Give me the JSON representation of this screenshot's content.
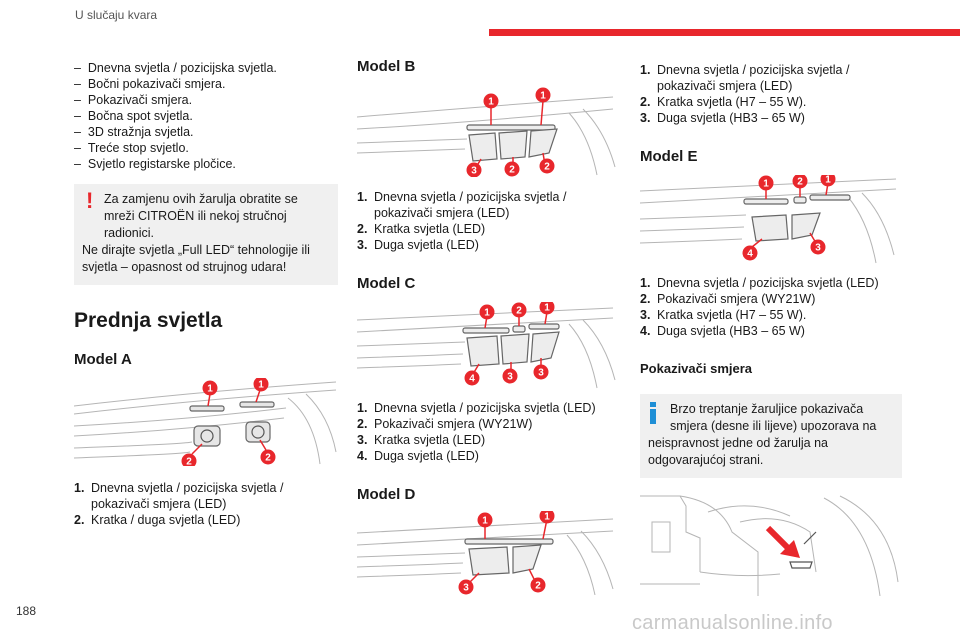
{
  "header": {
    "title": "U slučaju kvara",
    "accent_color": "#e8272c"
  },
  "page_number": "188",
  "watermark": "carmanualsonline.info",
  "intro_list": [
    "Dnevna svjetla / pozicijska svjetla.",
    "Bočni pokazivači smjera.",
    "Pokazivači smjera.",
    "Bočna spot svjetla.",
    "3D stražnja svjetla.",
    "Treće stop svjetlo.",
    "Svjetlo registarske pločice."
  ],
  "warning": {
    "line1": "Za zamjenu ovih žarulja obratite se mreži CITROËN ili nekoj stručnoj radionici.",
    "line2": "Ne dirajte svjetla „Full LED“ tehnologije ili svjetla – opasnost od strujnog udara!"
  },
  "section_title": "Prednja svjetla",
  "models": {
    "a": {
      "title": "Model A",
      "badges": [
        "1",
        "1",
        "2",
        "2"
      ],
      "items": [
        {
          "n": "1.",
          "text": "Dnevna svjetla / pozicijska svjetla / pokazivači smjera (LED)"
        },
        {
          "n": "2.",
          "text": "Kratka / duga svjetla (LED)"
        }
      ]
    },
    "b": {
      "title": "Model B",
      "badges": [
        "1",
        "1",
        "3",
        "2",
        "2"
      ],
      "items": [
        {
          "n": "1.",
          "text": "Dnevna svjetla / pozicijska svjetla / pokazivači smjera (LED)"
        },
        {
          "n": "2.",
          "text": "Kratka svjetla (LED)"
        },
        {
          "n": "3.",
          "text": "Duga svjetla (LED)"
        }
      ]
    },
    "c": {
      "title": "Model C",
      "badges": [
        "1",
        "2",
        "1",
        "4",
        "3",
        "3"
      ],
      "items": [
        {
          "n": "1.",
          "text": "Dnevna svjetla / pozicijska svjetla (LED)"
        },
        {
          "n": "2.",
          "text": "Pokazivači smjera (WY21W)"
        },
        {
          "n": "3.",
          "text": "Kratka svjetla (LED)"
        },
        {
          "n": "4.",
          "text": "Duga svjetla (LED)"
        }
      ]
    },
    "d": {
      "title": "Model D",
      "badges": [
        "1",
        "1",
        "3",
        "2"
      ],
      "items": [
        {
          "n": "1.",
          "text": "Dnevna svjetla / pozicijska svjetla / pokazivači smjera (LED)"
        },
        {
          "n": "2.",
          "text": "Kratka svjetla (H7 – 55 W)."
        },
        {
          "n": "3.",
          "text": "Duga svjetla (HB3 – 65 W)"
        }
      ]
    },
    "e": {
      "title": "Model E",
      "badges": [
        "1",
        "2",
        "1",
        "4",
        "3"
      ],
      "items": [
        {
          "n": "1.",
          "text": "Dnevna svjetla / pozicijska svjetla (LED)"
        },
        {
          "n": "2.",
          "text": "Pokazivači smjera (WY21W)"
        },
        {
          "n": "3.",
          "text": "Kratka svjetla (H7 – 55 W)."
        },
        {
          "n": "4.",
          "text": "Duga svjetla (HB3 – 65 W)"
        }
      ]
    }
  },
  "indicators": {
    "title": "Pokazivači smjera",
    "info_line1": "Brzo treptanje žaruljice pokazivača smjera (desne ili lijeve) upozorava na",
    "info_line2": "neispravnost jedne od žarulja na odgovarajućoj strani."
  }
}
